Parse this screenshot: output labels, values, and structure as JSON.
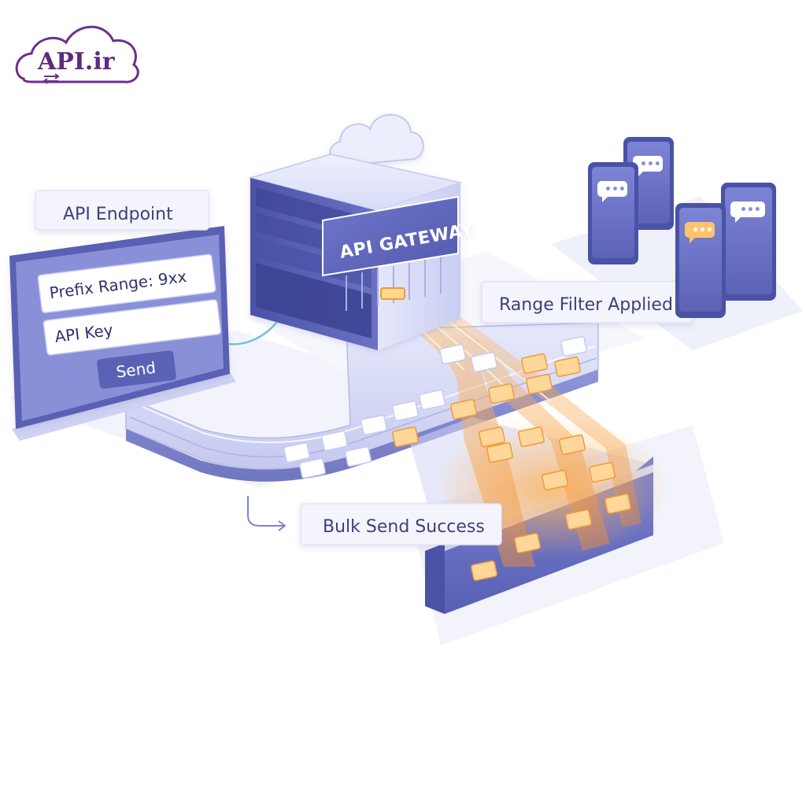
{
  "logo": {
    "text": "API.ir"
  },
  "labels": {
    "api_endpoint": "API Endpoint",
    "range_filter": "Range Filter Applied",
    "bulk_send": "Bulk Send Success"
  },
  "form": {
    "prefix_range": "Prefix Range: 9xx",
    "api_key": "API Key",
    "send": "Send"
  },
  "gateway": {
    "title": "API GATEWAY"
  },
  "phones": [
    {
      "bubble": "•••",
      "state": "normal"
    },
    {
      "bubble": "•••",
      "state": "normal"
    },
    {
      "bubble": "•••",
      "state": "normal"
    },
    {
      "bubble": "•••",
      "state": "highlighted"
    },
    {
      "bubble": "•••",
      "state": "normal"
    }
  ],
  "colors": {
    "brand": "#5b2b7e",
    "primary": "#5a62b5",
    "primary_light": "#c9ccf0",
    "surface": "#eceefb",
    "highlight": "#f7a23e",
    "text": "#3d3f7a"
  }
}
